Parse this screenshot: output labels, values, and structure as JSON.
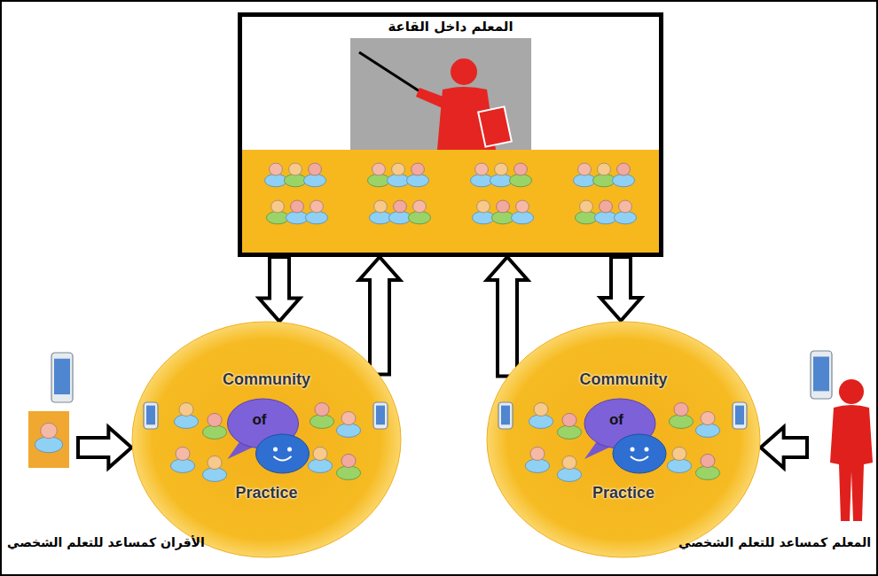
{
  "diagram": {
    "nodes": [
      {
        "text": [
          "المعلم داخل القاعة"
        ]
      },
      {
        "text": [
          "Community",
          "of",
          "Practice"
        ]
      },
      {
        "text": [
          "Community",
          "of",
          "Practice"
        ]
      },
      {
        "text": [
          "الأقران كمساعد للتعلم الشخصي"
        ]
      },
      {
        "text": [
          "المعلم كمساعد للتعلم الشخصي"
        ]
      }
    ],
    "edges": [
      {
        "from": 0,
        "to": 1,
        "arrow": "to"
      },
      {
        "from": 1,
        "to": 0,
        "arrow": "to"
      },
      {
        "from": 2,
        "to": 0,
        "arrow": "to"
      },
      {
        "from": 0,
        "to": 2,
        "arrow": "to"
      },
      {
        "from": 3,
        "to": 1,
        "arrow": "to"
      },
      {
        "from": 4,
        "to": 2,
        "arrow": "to"
      }
    ]
  }
}
